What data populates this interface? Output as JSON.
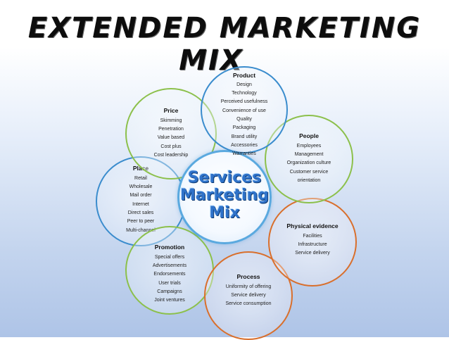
{
  "title": {
    "line1": "EXTENDED MARKETING",
    "line2": "MIX"
  },
  "center": {
    "line1": "Services",
    "line2": "Marketing",
    "line3": "Mix"
  },
  "product": {
    "title": "Product",
    "items": [
      "Design",
      "Technology",
      "Perceived usefulness",
      "Convenience of use",
      "Quality",
      "Packaging",
      "Brand utility",
      "Accessories",
      "Warranties"
    ]
  },
  "price": {
    "title": "Price",
    "items": [
      "Skimming",
      "Penetration",
      "Value based",
      "Cost plus",
      "Cost leadership"
    ]
  },
  "people": {
    "title": "People",
    "items": [
      "Employees",
      "Management",
      "Organization culture",
      "Customer service",
      "orientation"
    ]
  },
  "place": {
    "title": "Place",
    "items": [
      "Retail",
      "Wholesale",
      "Mail order",
      "Internet",
      "Direct sales",
      "Peer to peer",
      "Multi-channel"
    ]
  },
  "physical_evidence": {
    "title": "Physical evidence",
    "items": [
      "Facilities",
      "Infrastructure",
      "Service delivery"
    ]
  },
  "promotion": {
    "title": "Promotion",
    "items": [
      "Special offers",
      "Advertisements",
      "Endorsements",
      "User trials",
      "Campaigns",
      "Joint ventures"
    ]
  },
  "process": {
    "title": "Process",
    "items": [
      "Uniformity of offering",
      "Service delivery",
      "Service consumption"
    ]
  },
  "colors": {
    "blue_ring": "#3a8ccd",
    "green_ring": "#8cc04b",
    "orange_ring": "#d96f2c",
    "center_text": "#2f72c9"
  }
}
